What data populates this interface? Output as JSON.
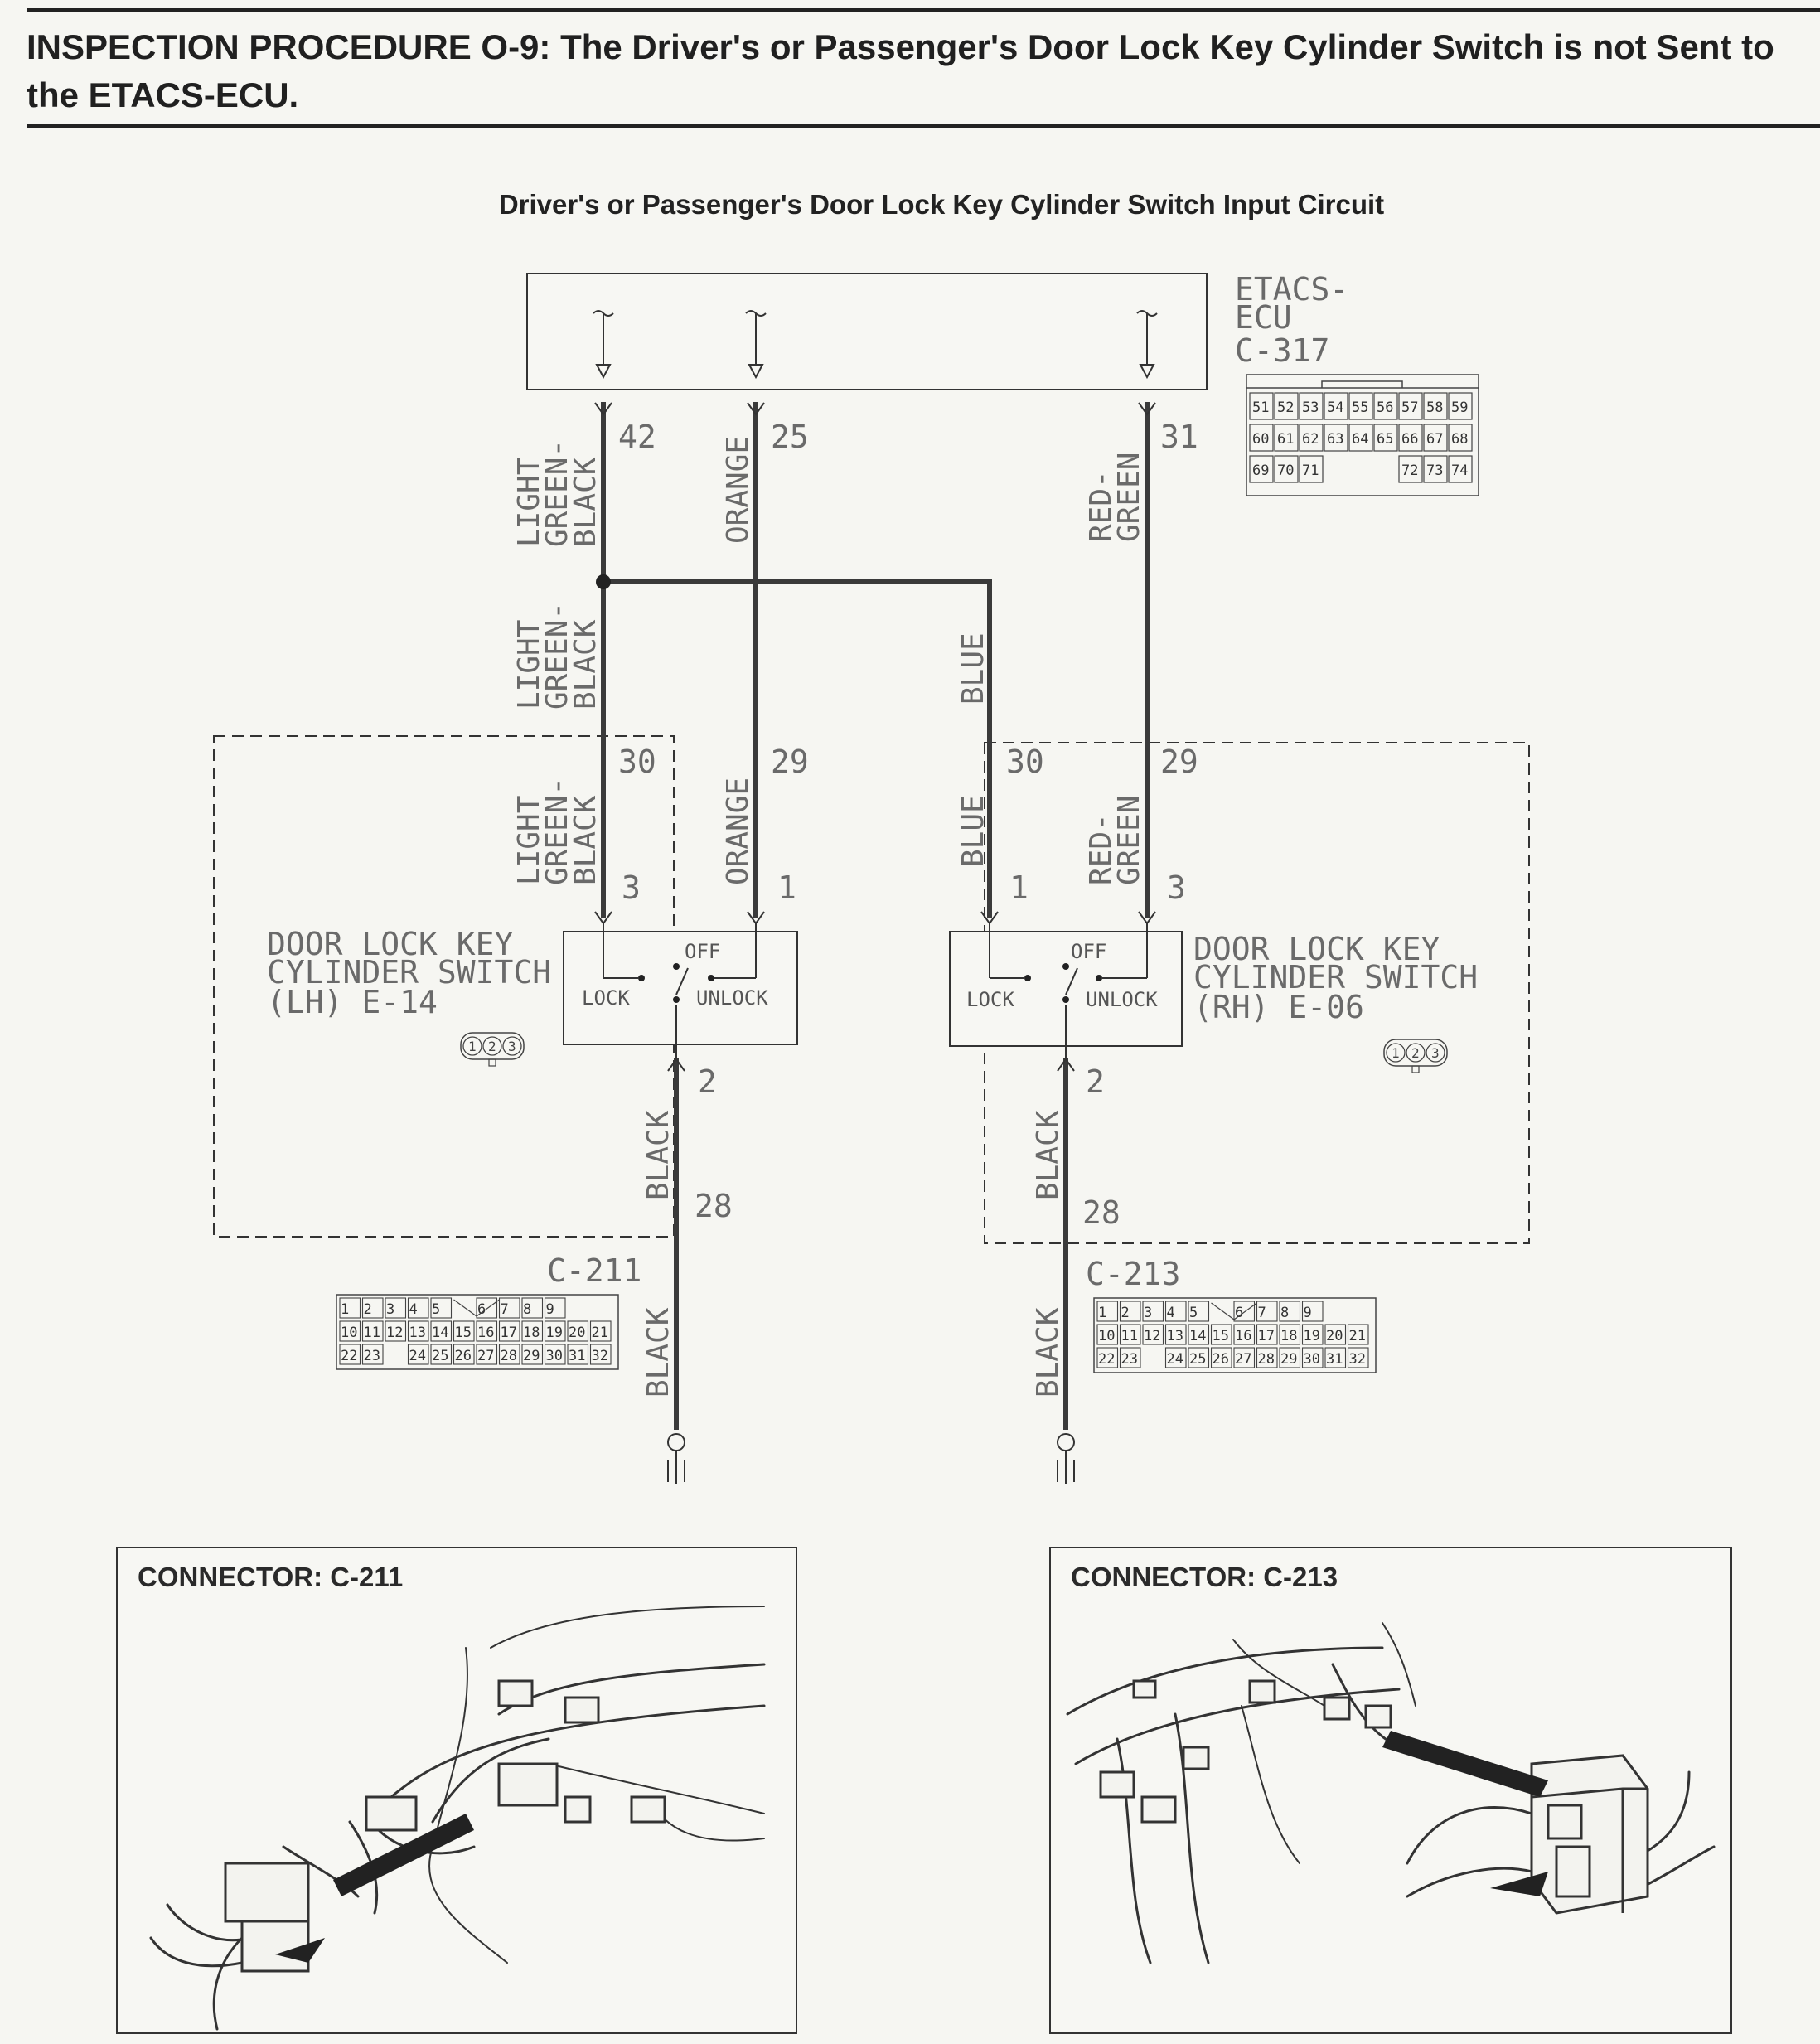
{
  "procedure": {
    "title": "INSPECTION PROCEDURE O-9: The Driver's or Passenger's Door Lock Key Cylinder Switch is not Sent to the ETACS-ECU."
  },
  "circuit_title": "Driver's or Passenger's Door Lock Key Cylinder Switch Input Circuit",
  "ecu": {
    "label_lines": [
      "ETACS-",
      "ECU",
      "C-317"
    ],
    "connector_rows": [
      [
        "51",
        "52",
        "53",
        "54",
        "55",
        "56",
        "57",
        "58",
        "59"
      ],
      [
        "60",
        "61",
        "62",
        "63",
        "64",
        "65",
        "66",
        "67",
        "68"
      ],
      [
        "69",
        "70",
        "71",
        "",
        "",
        "",
        "72",
        "73",
        "74"
      ]
    ]
  },
  "wires": {
    "lgb_lines": [
      "LIGHT",
      "GREEN-",
      "BLACK"
    ],
    "orange": "ORANGE",
    "blue": "BLUE",
    "rg_lines": [
      "RED-",
      "GREEN"
    ],
    "black": "BLACK"
  },
  "pins": {
    "ecu_lgb": "42",
    "ecu_orange": "25",
    "ecu_rg": "31",
    "lh_lgb": "30",
    "lh_orange": "29",
    "rh_blue": "30",
    "rh_rg": "29",
    "lh_sw_lgb": "3",
    "lh_sw_orange": "1",
    "rh_sw_blue": "1",
    "rh_sw_rg": "3",
    "lh_sw_black": "2",
    "rh_sw_black": "2",
    "lh_black": "28",
    "rh_black": "28"
  },
  "switch": {
    "off": "OFF",
    "lock": "LOCK",
    "unlock": "UNLOCK",
    "pins_icon": [
      "1",
      "2",
      "3"
    ]
  },
  "lh_switch": {
    "label_lines": [
      "DOOR LOCK KEY",
      "CYLINDER SWITCH",
      "(LH) E-14"
    ]
  },
  "rh_switch": {
    "label_lines": [
      "DOOR LOCK KEY",
      "CYLINDER SWITCH",
      "(RH) E-06"
    ]
  },
  "junction": {
    "row1": [
      "1",
      "2",
      "3",
      "4",
      "5",
      "",
      "6",
      "7",
      "8",
      "9"
    ],
    "row2": [
      "10",
      "11",
      "12",
      "13",
      "14",
      "15",
      "16",
      "17",
      "18",
      "19",
      "20",
      "21"
    ],
    "row3": [
      "22",
      "23",
      "",
      "24",
      "25",
      "26",
      "27",
      "28",
      "29",
      "30",
      "31",
      "32"
    ]
  },
  "c211": {
    "label": "C-211"
  },
  "c213": {
    "label": "C-213"
  },
  "panels": {
    "left_title": "CONNECTOR: C-211",
    "right_title": "CONNECTOR: C-213"
  }
}
